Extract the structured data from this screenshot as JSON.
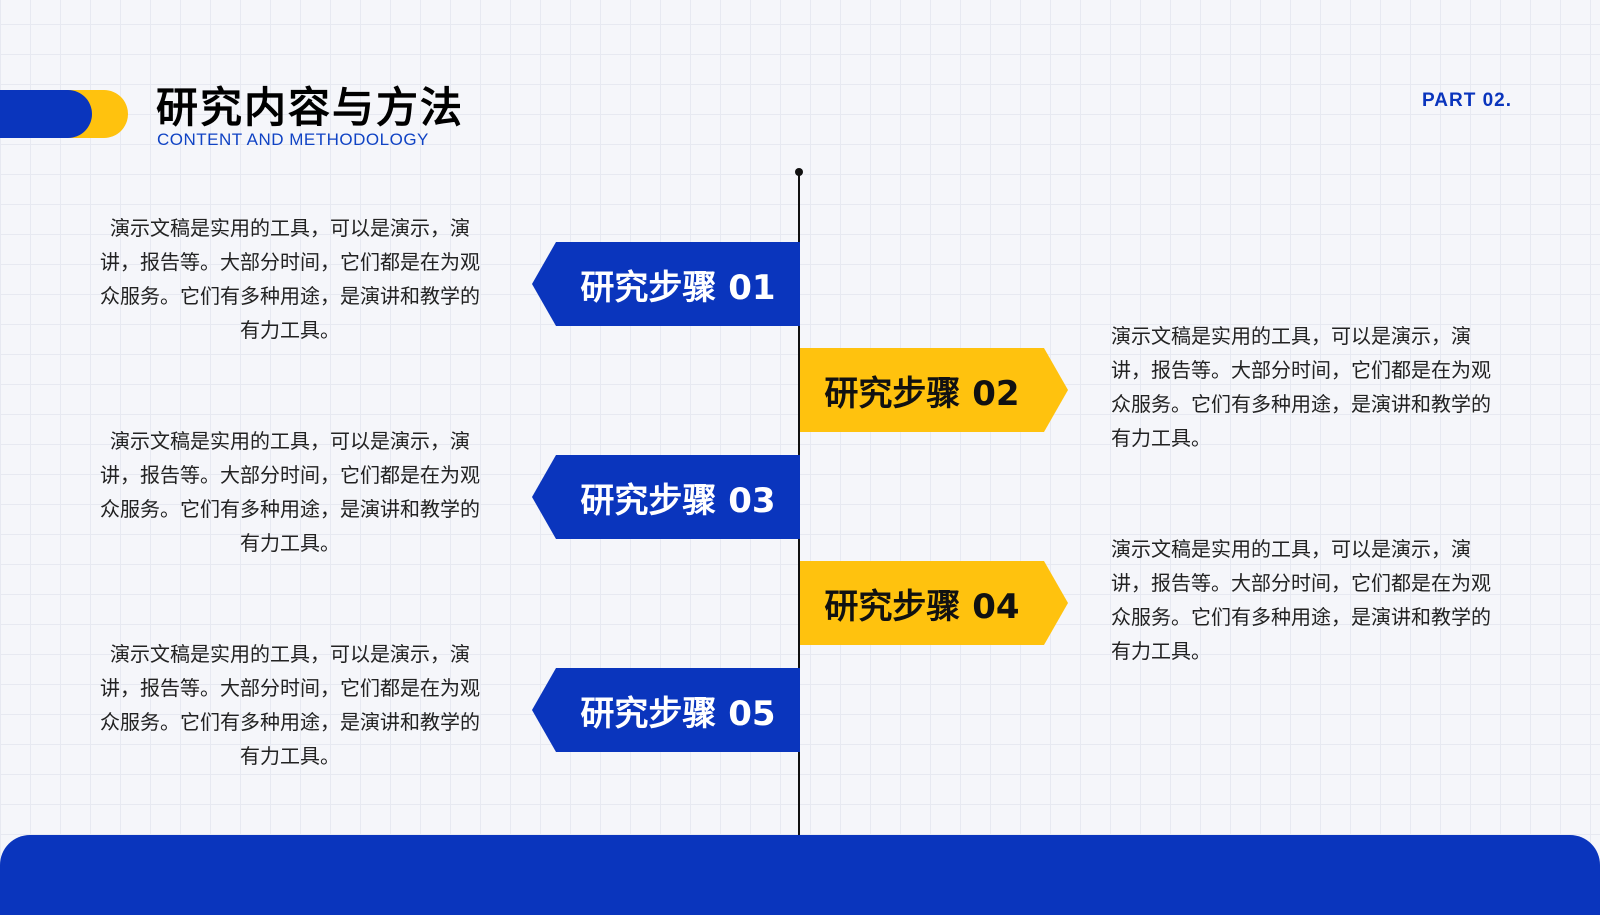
{
  "header": {
    "title": "研究内容与方法",
    "subtitle": "CONTENT AND METHODOLOGY",
    "part": "PART 02."
  },
  "colors": {
    "primary_blue": "#0a35bd",
    "accent_yellow": "#ffc20e",
    "text_dark": "#222222"
  },
  "steps": [
    {
      "label": "研究步骤 01",
      "description": "演示文稿是实用的工具，可以是演示，演讲，报告等。大部分时间，它们都是在为观众服务。它们有多种用途，是演讲和教学的有力工具。"
    },
    {
      "label": "研究步骤 02",
      "description": "演示文稿是实用的工具，可以是演示，演讲，报告等。大部分时间，它们都是在为观众服务。它们有多种用途，是演讲和教学的有力工具。"
    },
    {
      "label": "研究步骤 03",
      "description": "演示文稿是实用的工具，可以是演示，演讲，报告等。大部分时间，它们都是在为观众服务。它们有多种用途，是演讲和教学的有力工具。"
    },
    {
      "label": "研究步骤 04",
      "description": "演示文稿是实用的工具，可以是演示，演讲，报告等。大部分时间，它们都是在为观众服务。它们有多种用途，是演讲和教学的有力工具。"
    },
    {
      "label": "研究步骤 05",
      "description": "演示文稿是实用的工具，可以是演示，演讲，报告等。大部分时间，它们都是在为观众服务。它们有多种用途，是演讲和教学的有力工具。"
    }
  ]
}
